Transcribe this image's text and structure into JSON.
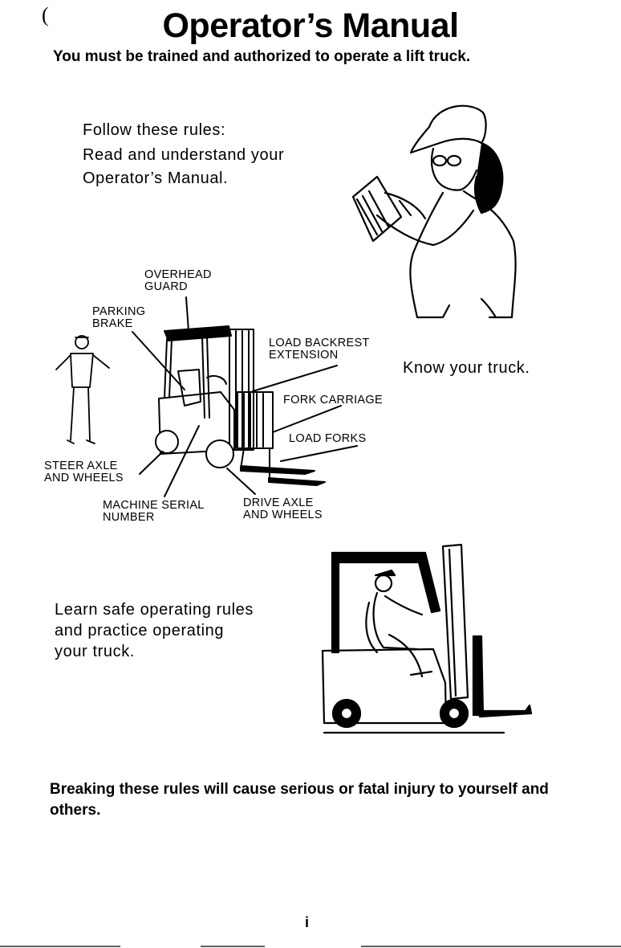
{
  "header": {
    "paren_mark": "(",
    "title": "Operator’s Manual",
    "subtitle": "You must be trained and authorized to operate a lift truck."
  },
  "rules": {
    "intro": "Follow these rules:",
    "read_line1": "Read and understand your",
    "read_line2": "Operator’s Manual.",
    "know": "Know your truck.",
    "learn_line1": "Learn safe operating rules",
    "learn_line2": "and practice operating",
    "learn_line3": "your truck."
  },
  "diagram_labels": {
    "overhead_guard_1": "OVERHEAD",
    "overhead_guard_2": "GUARD",
    "parking_brake_1": "PARKING",
    "parking_brake_2": "BRAKE",
    "load_backrest_1": "LOAD BACKREST",
    "load_backrest_2": "EXTENSION",
    "fork_carriage": "FORK CARRIAGE",
    "load_forks": "LOAD FORKS",
    "steer_axle_1": "STEER AXLE",
    "steer_axle_2": "AND WHEELS",
    "serial_1": "MACHINE SERIAL",
    "serial_2": "NUMBER",
    "drive_axle_1": "DRIVE AXLE",
    "drive_axle_2": "AND WHEELS"
  },
  "footer": {
    "warning": "Breaking these rules will cause serious or fatal injury to yourself and others.",
    "page_number": "i"
  }
}
